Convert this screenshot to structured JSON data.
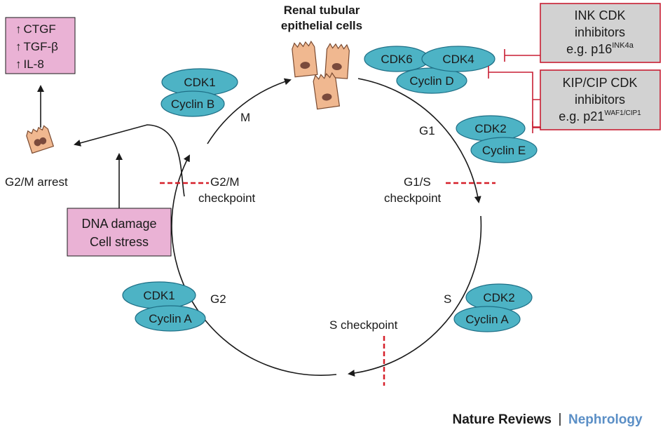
{
  "title": "Renal tubular epithelial cells",
  "title_lines": [
    "Renal tubular",
    "epithelial cells"
  ],
  "phases": {
    "m": "M",
    "g1": "G1",
    "s": "S",
    "g2": "G2"
  },
  "checkpoints": {
    "g2m": [
      "G2/M",
      "checkpoint"
    ],
    "g1s": [
      "G1/S",
      "checkpoint"
    ],
    "s": "S checkpoint"
  },
  "complexes": {
    "cdk1_cyclin_b": {
      "cdk": "CDK1",
      "cyclin": "Cyclin B"
    },
    "cdk6_cdk4_cyclin_d": {
      "cdk_a": "CDK6",
      "cdk_b": "CDK4",
      "cyclin": "Cyclin D"
    },
    "cdk2_cyclin_e": {
      "cdk": "CDK2",
      "cyclin": "Cyclin E"
    },
    "cdk2_cyclin_a": {
      "cdk": "CDK2",
      "cyclin": "Cyclin A"
    },
    "cdk1_cyclin_a": {
      "cdk": "CDK1",
      "cyclin": "Cyclin A"
    }
  },
  "inhibitors": {
    "ink": {
      "line1": "INK CDK",
      "line2": "inhibitors",
      "line3": "e.g. p16",
      "sup": "INK4a"
    },
    "kip": {
      "line1": "KIP/CIP CDK",
      "line2": "inhibitors",
      "line3": "e.g. p21",
      "sup": "WAF1/CIP1"
    }
  },
  "markers": {
    "up_arrow": "↑",
    "items": [
      "CTGF",
      "TGF-β",
      "IL-8"
    ]
  },
  "arrest_label": "G2/M arrest",
  "damage_box": [
    "DNA damage",
    "Cell stress"
  ],
  "footer": {
    "journal": "Nature Reviews",
    "separator": "|",
    "section": "Nephrology"
  },
  "colors": {
    "cyclin_ellipse": "#4db3c5",
    "pink_box": "#eab2d5",
    "inhibitor_box": "#d2d2d2",
    "inhibition_red": "#c81e33",
    "checkpoint_red": "#d6202a",
    "footer_blue": "#5b8fc6"
  }
}
